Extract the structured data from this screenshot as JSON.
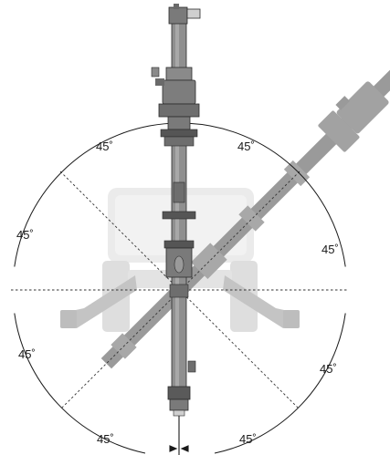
{
  "diagram": {
    "angle_labels": [
      "45˚",
      "45˚",
      "45˚",
      "45˚",
      "45˚",
      "45˚",
      "45˚",
      "45˚"
    ],
    "colors": {
      "arc": "#1a1a1a",
      "dashed_line": "#333333",
      "mast_fill": "#8c8c8c",
      "mast_dark": "#5a5a5a",
      "mast_outline": "#2b2b2b",
      "tilted_mast": "#9a9a9a",
      "base_ghost": "#e6e6e6",
      "base_ghost_dark": "#c8c8c8"
    },
    "icons": [
      "crawler-base-silhouette",
      "vertical-mast",
      "tilted-mast-ghost",
      "rotation-arrow-icon"
    ]
  }
}
